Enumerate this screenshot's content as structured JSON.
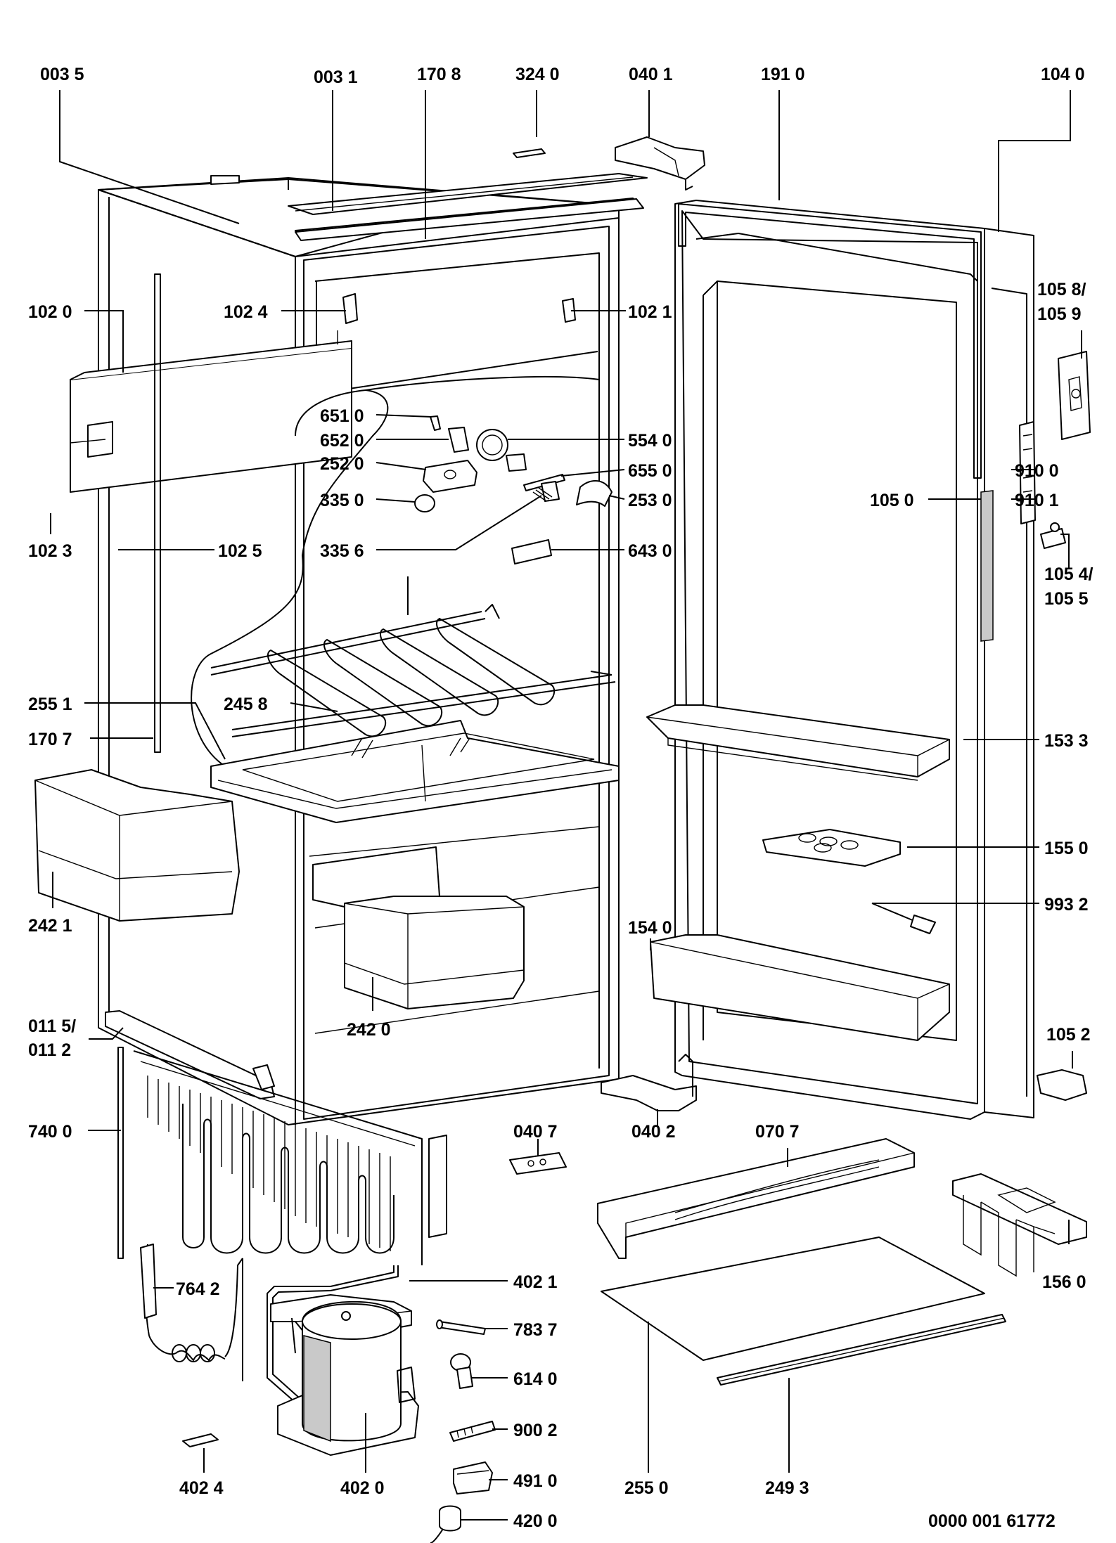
{
  "labels": {
    "l0035": "003 5",
    "l0031": "003 1",
    "l1708": "170 8",
    "l3240": "324 0",
    "l0401": "040 1",
    "l1910": "191 0",
    "l1040": "104 0",
    "l1020": "102 0",
    "l1024": "102 4",
    "l1021": "102 1",
    "l1058": "105 8/",
    "l1059": "105 9",
    "l6510": "651 0",
    "l6520": "652 0",
    "l5540": "554 0",
    "l2520": "252 0",
    "l6550": "655 0",
    "l3350": "335 0",
    "l2530": "253 0",
    "l9100": "910 0",
    "l9101": "910 1",
    "l1050": "105 0",
    "l1023": "102 3",
    "l1025": "102 5",
    "l3356": "335 6",
    "l6430": "643 0",
    "l1054": "105 4/",
    "l1055": "105 5",
    "l2551": "255 1",
    "l2458": "245 8",
    "l1707": "170 7",
    "l1533": "153 3",
    "l1550": "155 0",
    "l9932": "993 2",
    "l2421": "242 1",
    "l1540": "154 0",
    "l2420": "242 0",
    "l0115": "011 5/",
    "l0112": "011 2",
    "l1052": "105 2",
    "l7400": "740 0",
    "l0407": "040 7",
    "l0402": "040 2",
    "l0707": "070 7",
    "l7642": "764 2",
    "l4021": "402 1",
    "l1560": "156 0",
    "l7837": "783 7",
    "l6140": "614 0",
    "l9002": "900 2",
    "l4024": "402 4",
    "l4020": "402 0",
    "l4910": "491 0",
    "l2550": "255 0",
    "l2493": "249 3",
    "l4200": "420 0",
    "docnum": "0000 001 61772"
  }
}
